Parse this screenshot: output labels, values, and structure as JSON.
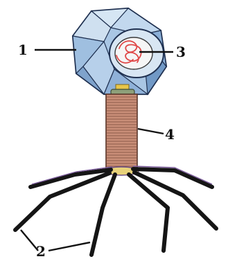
{
  "labels": {
    "capsid": "1",
    "tail_fibers": "2",
    "nucleic_acid": "3",
    "tail_sheath": "4"
  },
  "colors": {
    "capsid_face_light": "#cfe0f0",
    "capsid_face_mid": "#9fbfe0",
    "capsid_face_dark": "#6f95c2",
    "capsid_outline": "#1f3050",
    "nucleic_acid": "#e04848",
    "sheath": "#c98e78",
    "sheath_ring": "#8a5a48",
    "collar": "#e8c64a",
    "tail_fiber": "#151515",
    "base_plate": "#6a4c86"
  }
}
